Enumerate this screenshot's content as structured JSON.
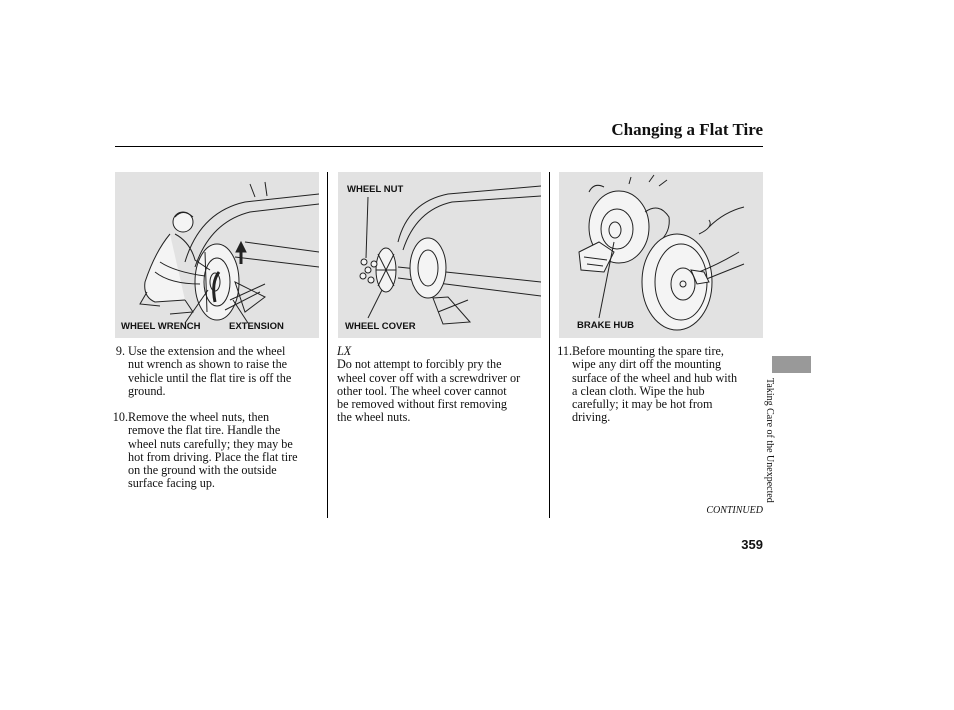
{
  "header": {
    "title": "Changing a Flat Tire"
  },
  "panels": {
    "left": {
      "label_1": "WHEEL WRENCH",
      "label_2": "EXTENSION"
    },
    "middle": {
      "label_top": "WHEEL NUT",
      "label_bottom": "WHEEL COVER"
    },
    "right": {
      "label": "BRAKE HUB"
    }
  },
  "steps": {
    "s9": {
      "number": "9.",
      "lines": [
        "Use the extension and the wheel",
        "nut wrench as shown to raise the",
        "vehicle until the flat tire is off the",
        "ground."
      ]
    },
    "s10": {
      "number": "10.",
      "lines": [
        "Remove the wheel nuts, then",
        "remove the flat tire. Handle the",
        "wheel nuts carefully; they may be",
        "hot from driving. Place the flat tire",
        "on the ground with the outside",
        "surface facing up."
      ]
    },
    "lx": {
      "tag": "LX",
      "lines": [
        "Do not attempt to forcibly pry the",
        "wheel cover off with a screwdriver or",
        "other tool. The wheel cover cannot",
        "be removed without first removing",
        "the wheel nuts."
      ]
    },
    "s11": {
      "number": "11.",
      "lines": [
        "Before mounting the spare tire,",
        "wipe any dirt off the mounting",
        "surface of the wheel and hub with",
        "a clean cloth. Wipe the hub",
        "carefully; it may be hot from",
        "driving."
      ]
    }
  },
  "sidebar": {
    "section": "Taking Care of the Unexpected"
  },
  "footer": {
    "continued": "CONTINUED",
    "page_number": "359"
  }
}
